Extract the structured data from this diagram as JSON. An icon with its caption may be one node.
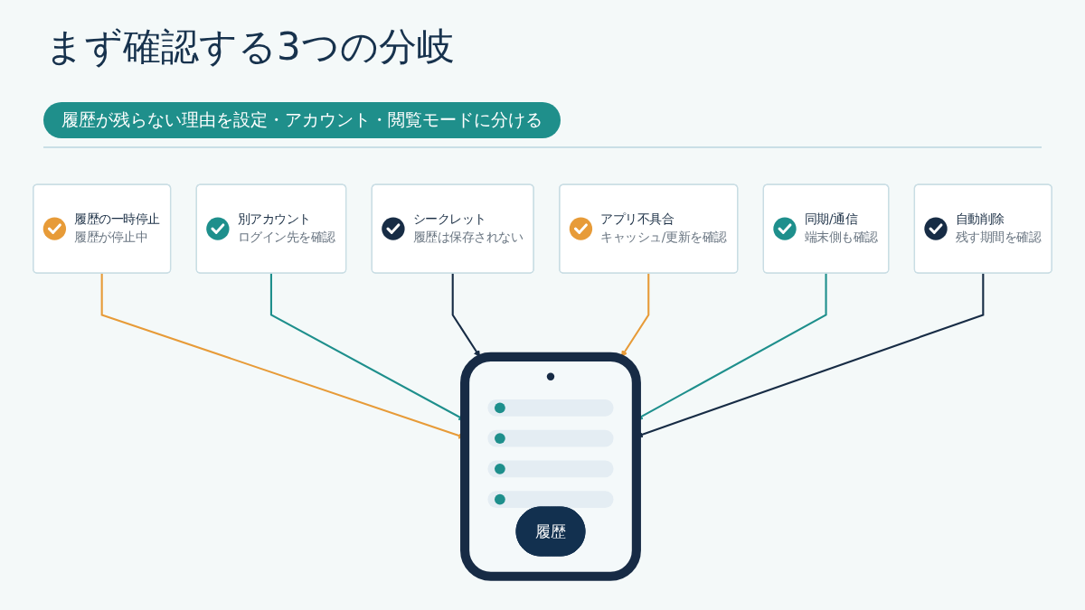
{
  "diagram": {
    "title": "まず確認する3つの分岐",
    "nodes": [
      {
        "text": [
          "履歴の一時停止",
          "履歴が停止中"
        ]
      },
      {
        "text": [],
        "shape": "picture"
      },
      {
        "text": [
          "履歴"
        ],
        "in": 1
      },
      {
        "text": [
          "別アカウント",
          "ログイン先を確認"
        ]
      },
      {
        "text": [
          "シークレット",
          "履歴は保存されない"
        ]
      },
      {
        "text": [
          "アプリ不具合",
          "キャッシュ/更新を確認"
        ]
      },
      {
        "text": [
          "同期/通信",
          "端末側も確認"
        ]
      },
      {
        "text": [
          "自動削除",
          "残す期間を確認"
        ]
      }
    ],
    "edges": [
      {
        "from": 0,
        "to": 1,
        "arrow": "to",
        "color": "#e79b38"
      },
      {
        "from": 3,
        "to": 1,
        "arrow": "to",
        "color": "#1e8f8c"
      },
      {
        "from": 4,
        "to": 1,
        "arrow": "to",
        "color": "#172c45"
      },
      {
        "from": 5,
        "to": 1,
        "arrow": "to",
        "color": "#e79b38"
      },
      {
        "from": 6,
        "to": 1,
        "arrow": "to",
        "color": "#1e8f8c"
      },
      {
        "from": 7,
        "to": 1,
        "arrow": "to",
        "color": "#172c45"
      }
    ],
    "labels": [
      "履歴が残らない理由を設定・アカウント・閲覧モードに分ける"
    ]
  }
}
